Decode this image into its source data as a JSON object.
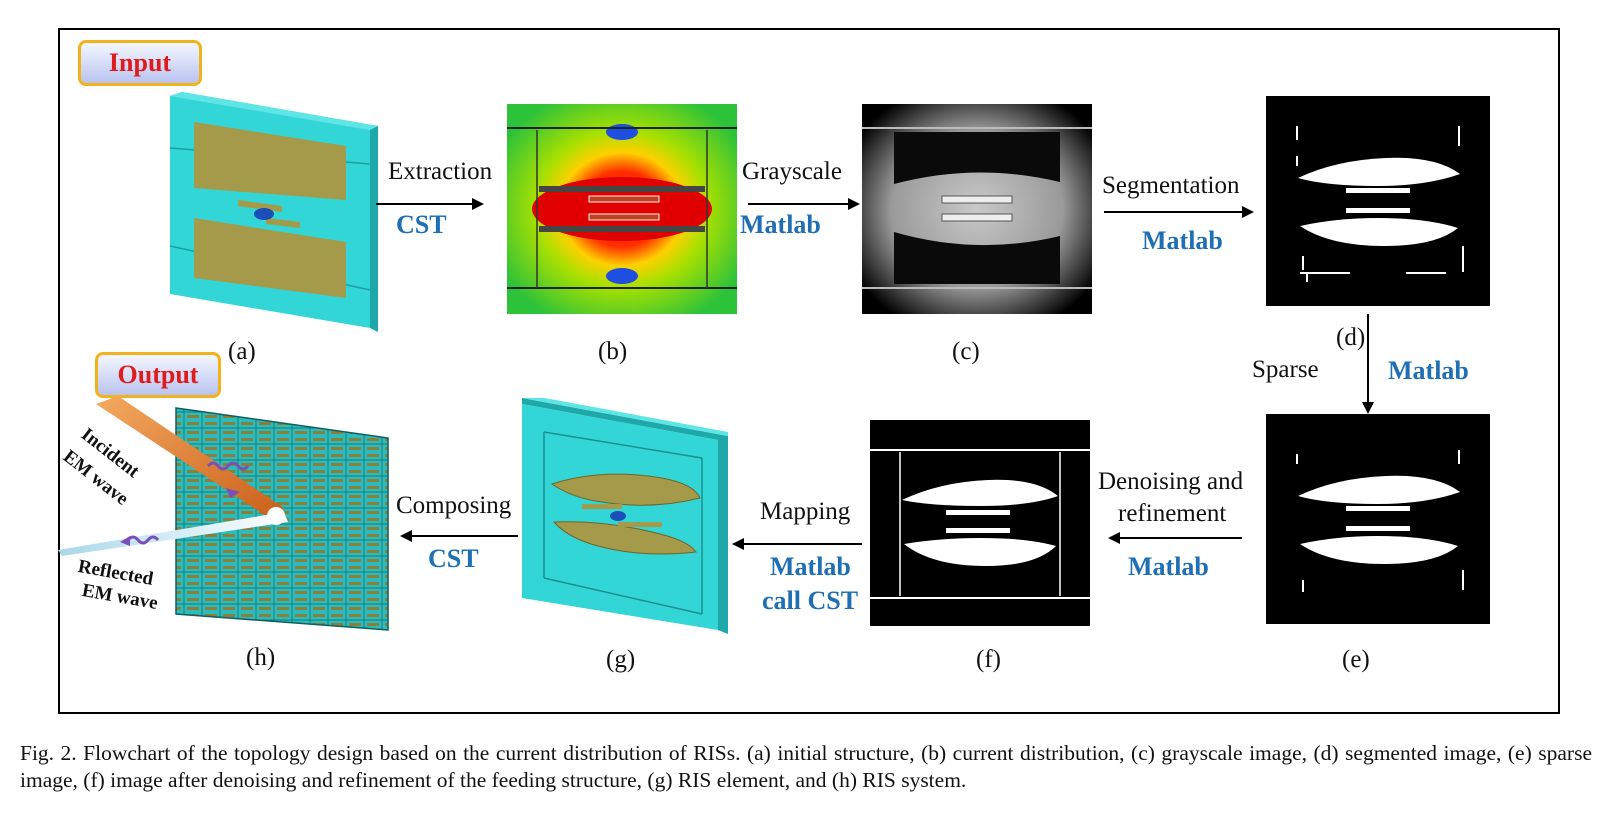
{
  "tags": {
    "input": "Input",
    "output": "Output"
  },
  "arrows": {
    "extraction": {
      "label": "Extraction",
      "tool": "CST"
    },
    "grayscale": {
      "label": "Grayscale",
      "tool": "Matlab"
    },
    "segmentation": {
      "label": "Segmentation",
      "tool": "Matlab"
    },
    "sparse": {
      "label": "Sparse",
      "tool": "Matlab"
    },
    "denoising": {
      "label_line1": "Denoising and",
      "label_line2": "refinement",
      "tool": "Matlab"
    },
    "mapping": {
      "label": "Mapping",
      "tool_line1": "Matlab",
      "tool_line2": "call CST"
    },
    "composing": {
      "label": "Composing",
      "tool": "CST"
    }
  },
  "panels": {
    "a": "(a)",
    "b": "(b)",
    "c": "(c)",
    "d": "(d)",
    "e": "(e)",
    "f": "(f)",
    "g": "(g)",
    "h": "(h)"
  },
  "wave": {
    "incident_line1": "Incident",
    "incident_line2": "EM wave",
    "reflected_line1": "Reflected",
    "reflected_line2": "EM wave"
  },
  "caption": "Fig. 2.  Flowchart of the topology design based on the current distribution of RISs. (a) initial structure, (b) current distribution, (c) grayscale image, (d) segmented image, (e) sparse image, (f) image after denoising and refinement of the feeding structure, (g) RIS element, and (h) RIS system.",
  "colors": {
    "tool_blue": "#1f6fb4",
    "tag_red": "#e01b1b",
    "tag_border": "#f2b21b",
    "substrate": "#33d6d6",
    "patch": "#a49a4a"
  }
}
